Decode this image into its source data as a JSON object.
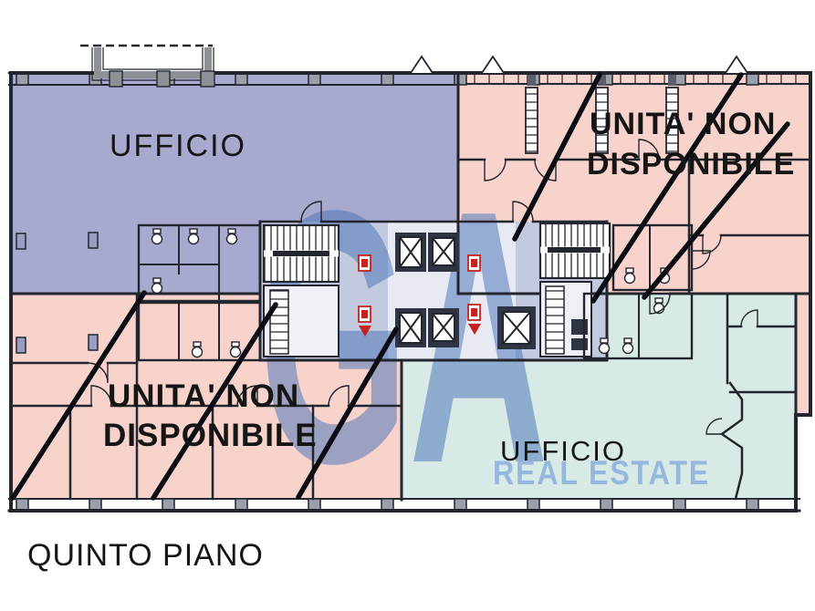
{
  "floor": {
    "label": "QUINTO PIANO"
  },
  "regions": {
    "office_top_left": {
      "label": "UFFICIO",
      "status": "available"
    },
    "unavailable_top_right": {
      "line1": "UNITA' NON",
      "line2": "DISPONIBILE",
      "status": "not-available"
    },
    "unavailable_bottom_left": {
      "line1": "UNITA' NON",
      "line2": "DISPONIBILE",
      "status": "not-available"
    },
    "office_bottom_right": {
      "label": "UFFICIO",
      "status": "available"
    }
  },
  "watermark": {
    "initials": "GA",
    "text": "REAL ESTATE"
  },
  "colors": {
    "purple": "#a8a9ce",
    "pink": "#f7d3cc",
    "teal": "#d8eae5",
    "core": "#c3cadf",
    "lobby": "#e7eaf3",
    "wall": "#23262f",
    "canopy": "#8d9095",
    "red": "#c4231f",
    "watermark": "#4c74b8",
    "watermark_light": "#8fb3de"
  },
  "icons": {
    "fire_extinguisher": "fire-extinguisher-icon",
    "elevator": "elevator-icon",
    "stairs": "stairs-icon",
    "toilet": "toilet-icon"
  }
}
